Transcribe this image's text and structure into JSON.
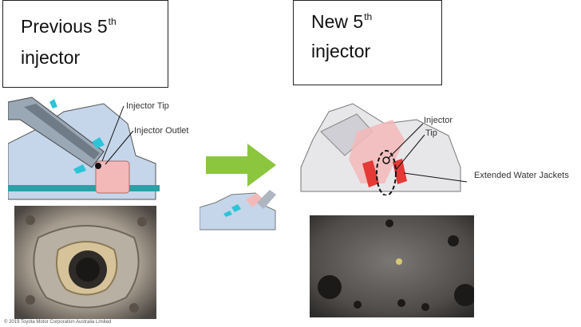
{
  "previous": {
    "title_line1": "Previous 5",
    "title_sup": "th",
    "title_line2": "injector",
    "labels": {
      "injector_tip": "Injector Tip",
      "injector_outlet": "Injector Outlet"
    }
  },
  "new": {
    "title_line1": "New 5",
    "title_sup": "th",
    "title_line2": "injector",
    "labels": {
      "injector_tip_line1": "Injector",
      "injector_tip_line2": "Tip",
      "extended_water_jackets": "Extended Water Jackets"
    }
  },
  "footer": {
    "copyright": "© 2019 Toyota Motor Corporation Australia Limited"
  },
  "colors": {
    "arrow": "#8cc63f",
    "injector_part": "#f3b9b9",
    "water_jacket_cyan": "#2ec4d8",
    "water_jacket_red": "#e53935",
    "cutaway_blue": "#c5d6ea"
  }
}
